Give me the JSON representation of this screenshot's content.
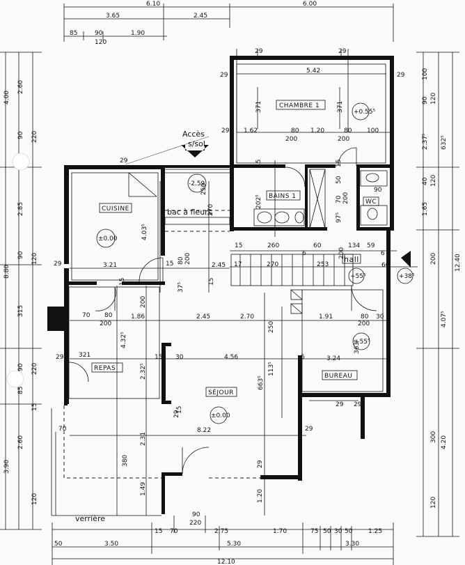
{
  "plan": {
    "rooms": {
      "chambre": "CHAMBRE 1",
      "cuisine": "CUISINE",
      "bains": "BAINS 1",
      "wc": "WC",
      "hall": "hall",
      "repas": "REPAS",
      "sejour": "SÉJOUR",
      "bureau": "BUREAU"
    },
    "labels": {
      "acces_1": "Accès",
      "acces_2": "s/sol",
      "bac": "bac à fleurs",
      "verriere": "verrière"
    },
    "levels": {
      "chambre": "+0.55⁵",
      "cuisine": "±0.00",
      "hall": "+55⁵",
      "entry": "+38⁵",
      "bureau": "+55⁵",
      "sejour": "±0.00",
      "stair": "-2.59"
    },
    "dims": {
      "top_total_left": "6.10",
      "top_total_right": "6.00",
      "top_365": "3.65",
      "top_245": "2.45",
      "top_85": "85",
      "top_90": "90",
      "top_190": "1.90",
      "top_120": "120",
      "ch_29a": "29",
      "ch_29b": "29",
      "ch_29c": "29",
      "ch_29d": "29",
      "ch_542": "5.42",
      "ch_371a": "371",
      "ch_371b": "371",
      "ch_162": "1.62",
      "ch_80a": "80",
      "ch_120": "1.20",
      "ch_80b": "80",
      "ch_100": "100",
      "ch_200a": "200",
      "ch_200b": "200",
      "ch_29e": "29",
      "cu_29": "29",
      "cu_4035": "4.03⁵",
      "cu_321": "3.21",
      "cu_29b": "29",
      "bn_15": "15",
      "bn_2025": "202⁵",
      "bn_15b": "15",
      "bn_50": "50",
      "bn_70": "70",
      "bn_200": "200",
      "bn_975": "97⁵",
      "wc_90": "90",
      "st_250": "250",
      "st_270a": "270",
      "st_15a": "15",
      "st_260": "260",
      "st_60a": "60",
      "st_134": "134",
      "st_59": "59",
      "st_6a": "6",
      "st_6b": "6",
      "st_200": "200",
      "st_60b": "60",
      "st_17": "17",
      "st_270b": "270",
      "st_253": "253",
      "k_15": "15",
      "k_80": "80",
      "k_200": "200",
      "k_245": "2.45",
      "k_375": "37⁵",
      "k_15b": "15",
      "k_15c": "15",
      "k_200b": "200",
      "r_70": "70",
      "r_80": "80",
      "r_200": "200",
      "r_186": "1.86",
      "r_245": "2.45",
      "r_270": "2.70",
      "r_191": "1.91",
      "r_80b": "80",
      "r_30": "30",
      "r_200b": "200",
      "r_4325": "4.32⁵",
      "r_250": "250",
      "r_3635": "363⁵",
      "r_29": "29",
      "r_321": "321",
      "r_15": "15",
      "r_30b": "30",
      "r_456": "4.56",
      "r_6": "6",
      "r_324": "3.24",
      "r_2325": "2.32⁵",
      "r_1135": "113⁵",
      "r_6635": "663⁵",
      "r_15d": "15",
      "r_29b": "29",
      "r_29c": "29",
      "r_29d": "29",
      "s_70": "70",
      "s_822": "8.22",
      "s_380": "380",
      "s_231": "2.31",
      "s_149": "1.49",
      "s_120": "1.20",
      "s_29": "29",
      "s_29b": "29",
      "b_15": "15",
      "b_70": "70",
      "b_90": "90",
      "b_220": "220",
      "b_275": "2.75",
      "b_170": "1.70",
      "b_75": "75",
      "b_50": "50",
      "b_30a": "30",
      "b_50b": "50",
      "b_125": "1.25",
      "b_50c": "50",
      "b_350": "3.50",
      "b_530": "5.30",
      "b_330": "3.30",
      "b_1210": "12.10",
      "l_400": "4.00",
      "l_260": "2.60",
      "l_90": "90",
      "l_220": "220",
      "l_285": "2.85",
      "l_880": "8.80",
      "l_90b": "90",
      "l_120": "120",
      "l_315": "315",
      "l_90c": "90",
      "l_220b": "220",
      "l_85": "85",
      "l_15": "15",
      "l_390": "3.90",
      "l_260b": "2.60",
      "l_120b": "120",
      "rt_100": "100",
      "rt_90": "90",
      "rt_120": "120",
      "rt_2375": "2.37⁵",
      "rt_6325": "632⁵",
      "rt_40": "40",
      "rt_120b": "120",
      "rt_165": "1.65",
      "rt_200": "200",
      "rt_1240": "12.40",
      "rt_4075": "4.07⁵",
      "rt_300": "300",
      "rt_420": "4.20",
      "rt_120c": "120"
    }
  }
}
